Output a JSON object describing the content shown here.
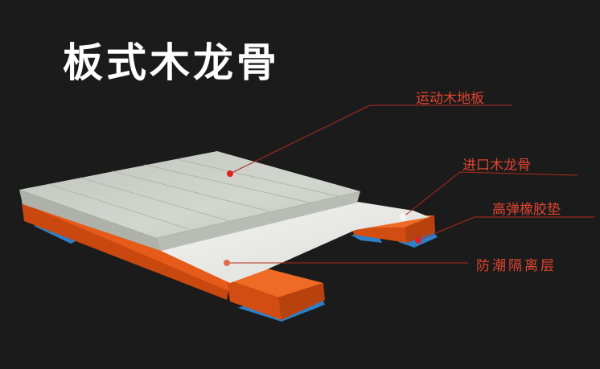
{
  "title": "板式木龙骨",
  "labels": {
    "sports_floor": "运动木地板",
    "imported_keel": "进口木龙骨",
    "rubber_pad": "高弹橡胶垫",
    "moisture_barrier": "防潮隔离层"
  },
  "colors": {
    "background": "#1b1b1b",
    "title": "#ffffff",
    "label": "#e0452f",
    "keel": "#e65a1a",
    "pad": "#2d80c8",
    "floor": "#c9ccc7",
    "film": "#ebebe8"
  }
}
